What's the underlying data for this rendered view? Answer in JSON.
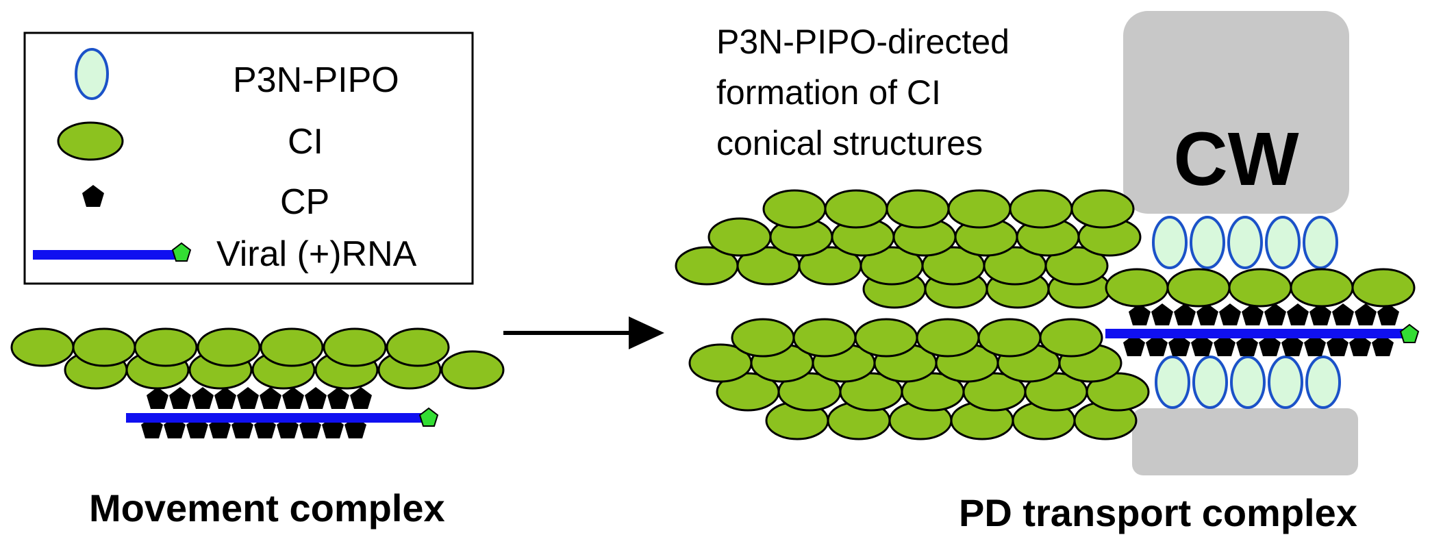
{
  "legend": {
    "items": [
      {
        "label": "P3N-PIPO",
        "icon": "p3n-pipo-ellipse"
      },
      {
        "label": "CI",
        "icon": "ci-ellipse"
      },
      {
        "label": "CP",
        "icon": "cp-pentagon"
      },
      {
        "label": "Viral (+)RNA",
        "icon": "viral-rna-line"
      }
    ]
  },
  "annotation": {
    "lines": [
      "P3N-PIPO-directed",
      "formation of CI",
      "conical structures"
    ]
  },
  "cell_wall_label": "CW",
  "captions": {
    "left": "Movement complex",
    "right": "PD transport complex"
  },
  "colors": {
    "ci_fill": "#8cc21f",
    "p3n_fill": "#d8f8dc",
    "p3n_stroke": "#1b52c8",
    "rna": "#1010f0",
    "vpg": "#33dd33",
    "cp": "#000000",
    "cell_wall": "#c8c8c8"
  }
}
